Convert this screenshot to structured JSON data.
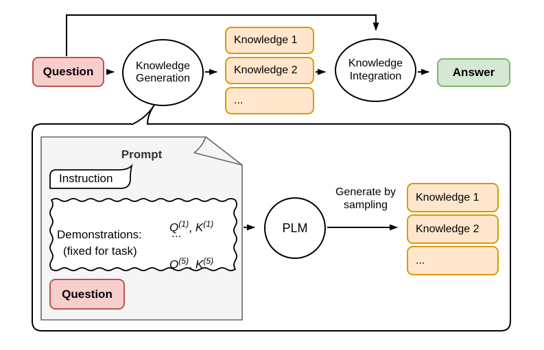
{
  "colors": {
    "question_fill": "#f8cecc",
    "question_border": "#b85450",
    "knowledge_fill": "#ffe6cc",
    "knowledge_border": "#d79b00",
    "answer_fill": "#d5e8d4",
    "answer_border": "#82b366",
    "prompt_panel_fill": "#f5f5f5",
    "prompt_panel_border": "#666666",
    "line": "#000000"
  },
  "top_flow": {
    "question": "Question",
    "generation": "Knowledge\nGeneration",
    "knowledge_stack": [
      "Knowledge 1",
      "Knowledge 2",
      "..."
    ],
    "integration": "Knowledge\nIntegration",
    "answer": "Answer"
  },
  "callout": {
    "prompt": {
      "title": "Prompt",
      "instruction": "Instruction",
      "demonstrations": {
        "label": "Demonstrations:",
        "note": "(fixed for task)",
        "ellipsis": "...",
        "pairs": [
          {
            "q": "Q",
            "q_sup": "(1)",
            "sep": ",",
            "k": "K",
            "k_sup": "(1)"
          },
          {
            "q": "Q",
            "q_sup": "(5)",
            "sep": ",",
            "k": "K",
            "k_sup": "(5)"
          }
        ]
      },
      "question": "Question"
    },
    "plm": "PLM",
    "arrow_label": "Generate by\nsampling",
    "knowledge_stack": [
      "Knowledge 1",
      "Knowledge 2",
      "..."
    ]
  }
}
